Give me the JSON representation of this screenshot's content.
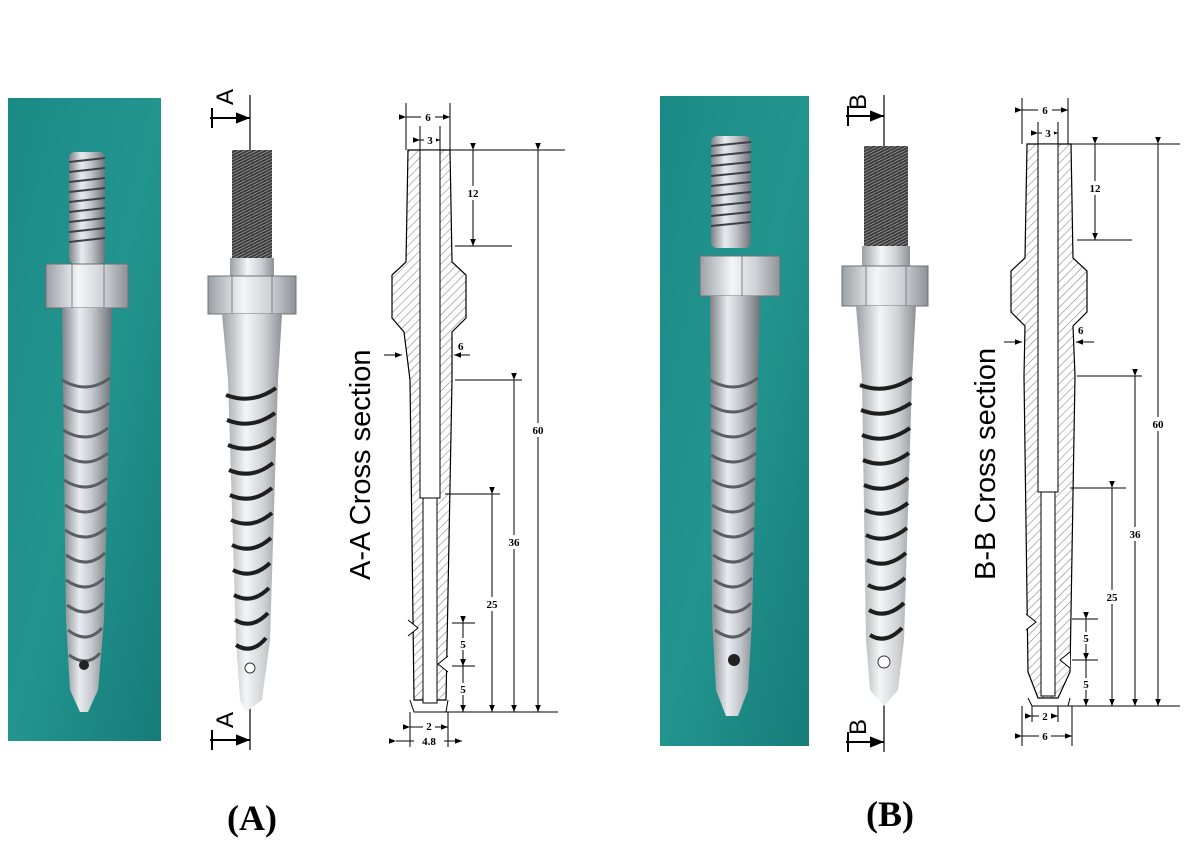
{
  "panels": [
    {
      "id": "A",
      "caption": "(A)",
      "section_marker": "A",
      "section_title": "A-A Cross section",
      "dims": {
        "top_outer": "6",
        "top_inner": "3",
        "thread_len": "12",
        "side_wall": "6",
        "total_len": "60",
        "mid_len": "36",
        "lower_len": "25",
        "hole_a": "5",
        "hole_b": "5",
        "tip_inner": "2",
        "tip_outer": "4.8"
      }
    },
    {
      "id": "B",
      "caption": "(B)",
      "section_marker": "B",
      "section_title": "B-B Cross section",
      "dims": {
        "top_outer": "6",
        "top_inner": "3",
        "thread_len": "12",
        "side_wall": "6",
        "total_len": "60",
        "mid_len": "36",
        "lower_len": "25",
        "hole_a": "5",
        "hole_b": "5",
        "tip_inner": "2",
        "tip_outer": "6"
      }
    }
  ],
  "colors": {
    "photo_background": "#1f8a86",
    "metal": "#b9bdc2",
    "thread_dark": "#1e1e1e",
    "hatch": "#8a8a8a",
    "ink": "#000000"
  }
}
